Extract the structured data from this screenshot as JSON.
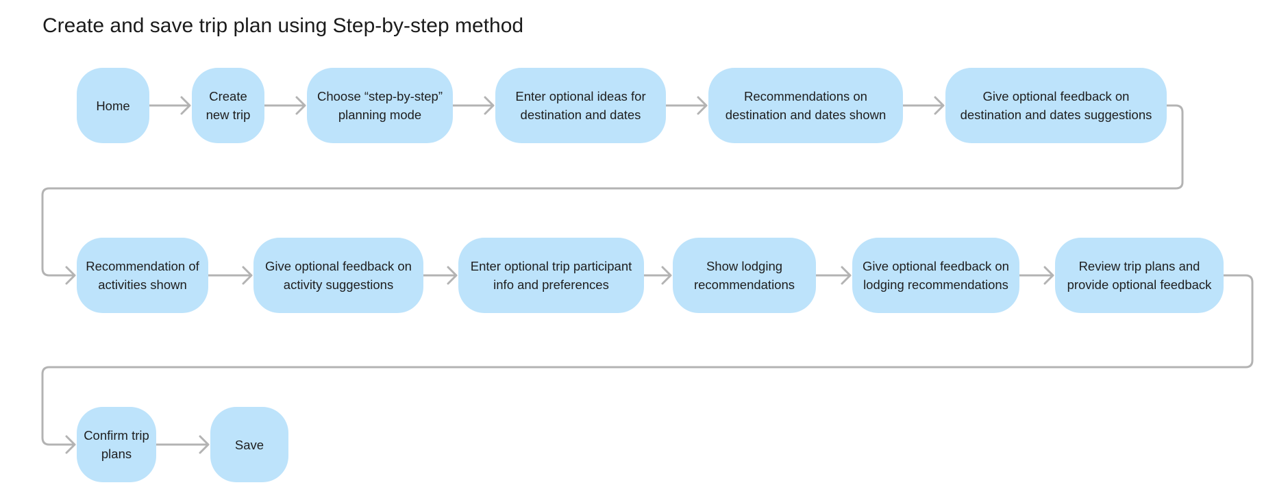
{
  "title": "Create and save trip plan using Step-by-step method",
  "colors": {
    "node_fill": "#bde3fb",
    "connector": "#b3b3b3",
    "text": "#1e1e1e"
  },
  "steps": [
    {
      "id": "home",
      "label": "Home"
    },
    {
      "id": "create-new-trip",
      "label": "Create new trip"
    },
    {
      "id": "choose-planning-mode",
      "label": "Choose “step-by-step” planning mode"
    },
    {
      "id": "enter-destination-ideas",
      "label": "Enter optional ideas for destination and dates"
    },
    {
      "id": "recommendations-destination",
      "label": "Recommendations on destination and dates shown"
    },
    {
      "id": "feedback-destination",
      "label": "Give optional feedback on destination and dates suggestions"
    },
    {
      "id": "recommendation-activities",
      "label": "Recommendation of activities shown"
    },
    {
      "id": "feedback-activities",
      "label": "Give optional feedback on activity suggestions"
    },
    {
      "id": "enter-participant-info",
      "label": "Enter optional trip participant info and preferences"
    },
    {
      "id": "show-lodging",
      "label": "Show lodging recommendations"
    },
    {
      "id": "feedback-lodging",
      "label": "Give optional feedback on lodging recommendations"
    },
    {
      "id": "review-trip-plans",
      "label": "Review trip plans and provide optional feedback"
    },
    {
      "id": "confirm-trip-plans",
      "label": "Confirm trip plans"
    },
    {
      "id": "save",
      "label": "Save"
    }
  ]
}
